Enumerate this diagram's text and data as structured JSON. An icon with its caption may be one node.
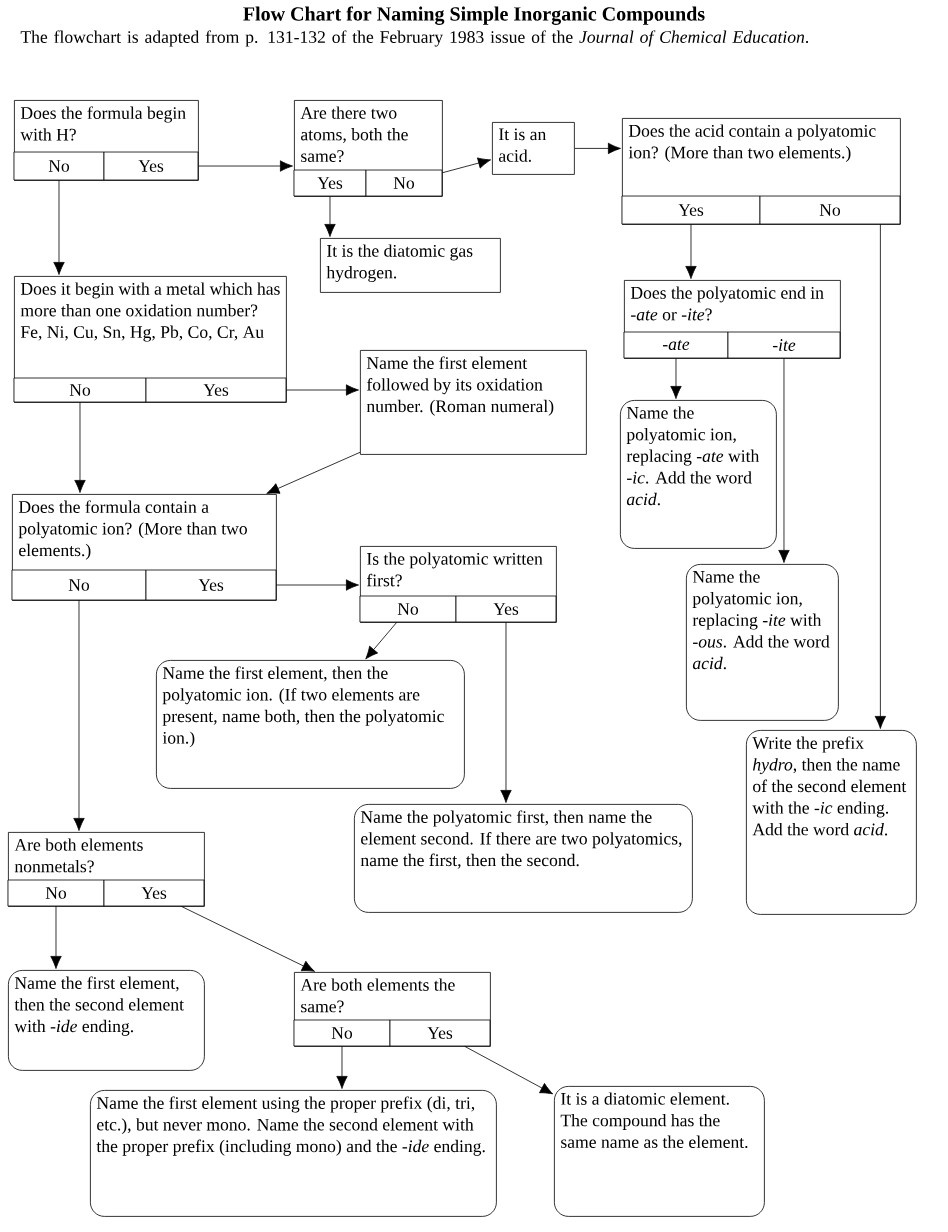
{
  "diagram": {
    "title": "Flow Chart for Naming Simple Inorganic Compounds",
    "caption": "The flowchart is adapted from p. 131-132 of the February 1983 issue of the *Journal of Chemical Education*.",
    "nodes": [
      {
        "text": [
          "Does the formula begin with H?"
        ]
      },
      {
        "text": [
          "No"
        ],
        "in": 0
      },
      {
        "text": [
          "Yes"
        ],
        "in": 0
      },
      {
        "text": [
          "Are there two atoms, both the same?"
        ]
      },
      {
        "text": [
          "Yes"
        ],
        "in": 3
      },
      {
        "text": [
          "No"
        ],
        "in": 3
      },
      {
        "text": [
          "It is an acid."
        ]
      },
      {
        "text": [
          "Does the acid contain a polyatomic ion? (More than two elements.)"
        ]
      },
      {
        "text": [
          "Yes"
        ],
        "in": 7
      },
      {
        "text": [
          "No"
        ],
        "in": 7
      },
      {
        "text": [
          "It is the diatomic gas hydrogen."
        ]
      },
      {
        "text": [
          "Does it begin with a metal which has more than one oxidation number? Fe, Ni, Cu, Sn, Hg, Pb, Co, Cr, Au"
        ]
      },
      {
        "text": [
          "No"
        ],
        "in": 11
      },
      {
        "text": [
          "Yes"
        ],
        "in": 11
      },
      {
        "text": [
          "Does the polyatomic end in *-ate* or *-ite*?"
        ]
      },
      {
        "text": [
          "-ate"
        ],
        "in": 14
      },
      {
        "text": [
          "-ite"
        ],
        "in": 14
      },
      {
        "text": [
          "Name the first element followed by its oxidation number. (Roman numeral)"
        ]
      },
      {
        "text": [
          "Name the polyatomic ion, replacing *-ate* with *-ic*. Add the word *acid*."
        ]
      },
      {
        "text": [
          "Does the formula contain a polyatomic ion? (More than two elements.)"
        ]
      },
      {
        "text": [
          "No"
        ],
        "in": 19
      },
      {
        "text": [
          "Yes"
        ],
        "in": 19
      },
      {
        "text": [
          "Is the polyatomic written first?"
        ]
      },
      {
        "text": [
          "No"
        ],
        "in": 22
      },
      {
        "text": [
          "Yes"
        ],
        "in": 22
      },
      {
        "text": [
          "Name the polyatomic ion, replacing *-ite* with *-ous*. Add the word *acid*."
        ]
      },
      {
        "text": [
          "Name the first element, then the polyatomic ion. (If two elements are present, name both, then the polyatomic ion.)"
        ]
      },
      {
        "text": [
          "Write the prefix *hydro*, then the name of the second element with the *-ic* ending. Add the word *acid*."
        ]
      },
      {
        "text": [
          "Name the polyatomic first, then name the element second. If there are two polyatomics, name the first, then the second."
        ]
      },
      {
        "text": [
          "Are both elements nonmetals?"
        ]
      },
      {
        "text": [
          "No"
        ],
        "in": 29
      },
      {
        "text": [
          "Yes"
        ],
        "in": 29
      },
      {
        "text": [
          "Name the first element, then the second element with *-ide* ending."
        ]
      },
      {
        "text": [
          "Are both elements the same?"
        ]
      },
      {
        "text": [
          "No"
        ],
        "in": 33
      },
      {
        "text": [
          "Yes"
        ],
        "in": 33
      },
      {
        "text": [
          "Name the first element using the proper prefix (di, tri, etc.), but never mono. Name the second element with the proper prefix (including mono) and the *-ide* ending."
        ]
      },
      {
        "text": [
          "It is a diatomic element. The compound has the same name as the element."
        ]
      }
    ],
    "edges": [
      {
        "from": 1,
        "to": 11,
        "arrow": "to"
      },
      {
        "from": 2,
        "to": 3,
        "arrow": "to"
      },
      {
        "from": 4,
        "to": 10,
        "arrow": "to"
      },
      {
        "from": 5,
        "to": 6,
        "arrow": "to"
      },
      {
        "from": 6,
        "to": 7,
        "arrow": "to"
      },
      {
        "from": 8,
        "to": 14,
        "arrow": "to"
      },
      {
        "from": 9,
        "to": 27,
        "arrow": "to"
      },
      {
        "from": 15,
        "to": 18,
        "arrow": "to"
      },
      {
        "from": 16,
        "to": 25,
        "arrow": "to"
      },
      {
        "from": 12,
        "to": 19,
        "arrow": "to"
      },
      {
        "from": 13,
        "to": 17,
        "arrow": "to"
      },
      {
        "from": 17,
        "to": 19,
        "arrow": "to"
      },
      {
        "from": 21,
        "to": 22,
        "arrow": "to"
      },
      {
        "from": 20,
        "to": 29,
        "arrow": "to"
      },
      {
        "from": 23,
        "to": 26,
        "arrow": "to"
      },
      {
        "from": 24,
        "to": 28,
        "arrow": "to"
      },
      {
        "from": 30,
        "to": 32,
        "arrow": "to"
      },
      {
        "from": 31,
        "to": 33,
        "arrow": "to"
      },
      {
        "from": 34,
        "to": 36,
        "arrow": "to"
      },
      {
        "from": 35,
        "to": 37,
        "arrow": "to"
      }
    ]
  }
}
